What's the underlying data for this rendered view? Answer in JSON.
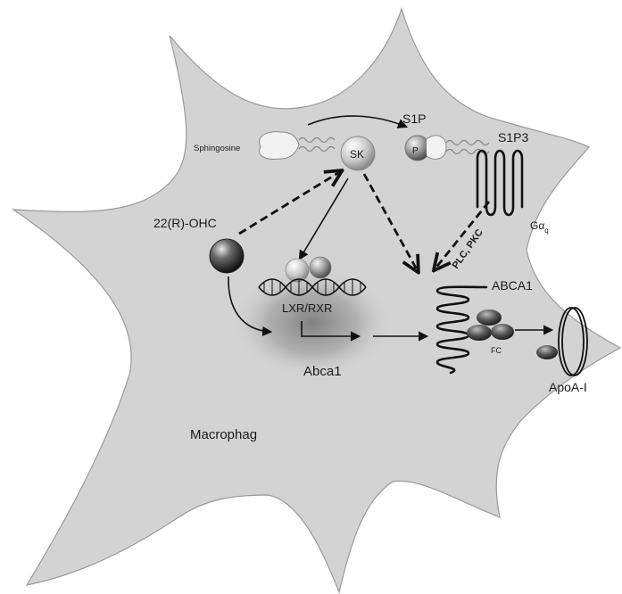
{
  "labels": {
    "sphingosine": "Sphingosine",
    "s1p": "S1P",
    "p": "P",
    "s1p3": "S1P3",
    "sk": "SK",
    "ohc": "22(R)-OHC",
    "gaq_main": "Gα",
    "gaq_sub": "q",
    "plc_pkc": "PLC, PKC",
    "abca1_protein": "ABCA1",
    "lxr_rxr": "LXR/RXR",
    "fc": "FC",
    "apoa1": "ApoA-I",
    "abca1_gene": "Abca1",
    "macrophage": "Macrophag"
  },
  "colors": {
    "cell_fill": "#d3d3d3",
    "cell_stroke": "#9a9a9a",
    "arrow": "#111111",
    "nucleus_glow": "#8a8a8a"
  }
}
